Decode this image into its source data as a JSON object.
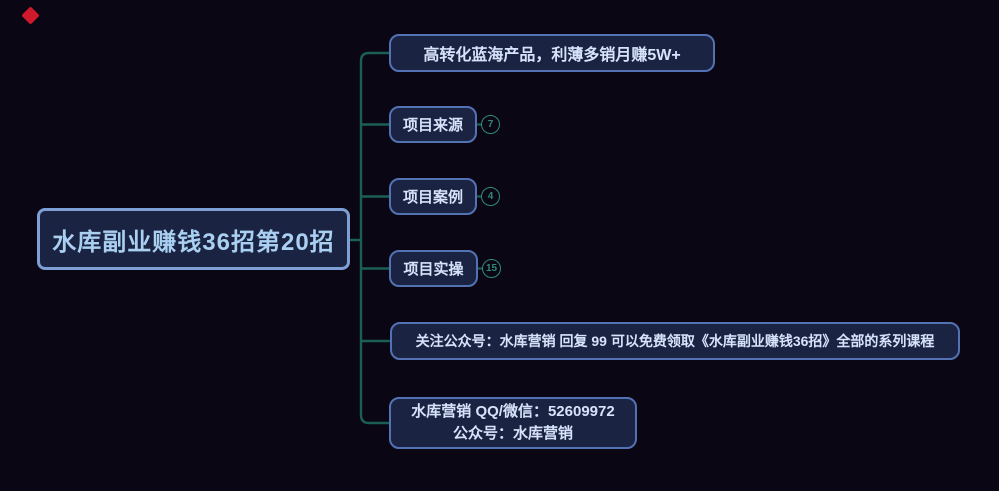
{
  "colors": {
    "background": "#0b0614",
    "node_fill": "#1b2342",
    "node_border": "#5272b4",
    "root_border": "#7e9fd6",
    "root_text": "#a9cff1",
    "child_text": "#d7e3fa",
    "connector": "#1b5f54",
    "badge": "#2f8a78",
    "logo": "#cf1a2b"
  },
  "topics": {
    "root": "水库副业赚钱36招第20招",
    "children": [
      {
        "label": "高转化蓝海产品，利薄多销月赚5W+"
      },
      {
        "label": "项目来源",
        "badge": "7"
      },
      {
        "label": "项目案例",
        "badge": "4"
      },
      {
        "label": "项目实操",
        "badge": "15"
      },
      {
        "label": "关注公众号：水库营销 回复 99 可以免费领取《水库副业赚钱36招》全部的系列课程"
      },
      {
        "line1": "水库营销 QQ/微信：52609972",
        "line2": "公众号：水库营销"
      }
    ]
  }
}
